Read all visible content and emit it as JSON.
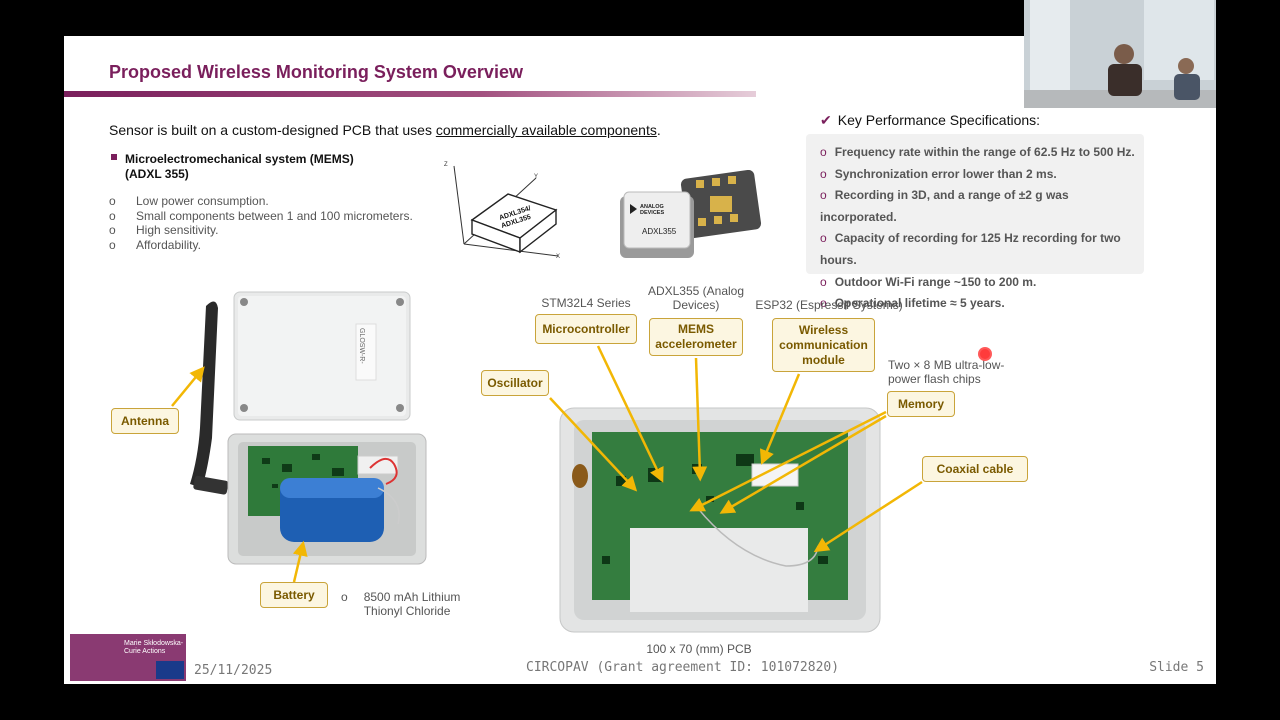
{
  "slide": {
    "title": "Proposed Wireless Monitoring System Overview",
    "intro_prefix": "Sensor is built on a custom-designed PCB that uses ",
    "intro_link": "commercially available components",
    "intro_suffix": ".",
    "mems_heading_line1": "Microelectromechanical system (MEMS)",
    "mems_heading_line2": "(ADXL 355)",
    "mems_bullets": [
      "Low power consumption.",
      "Small components between 1 and 100 micrometers.",
      "High sensitivity.",
      "Affordability."
    ],
    "bullet_glyph": "o",
    "specs_heading": "Key Performance Specifications:",
    "specs": [
      "Frequency rate within the range of 62.5 Hz to 500 Hz.",
      "Synchronization error lower than 2 ms.",
      "Recording in 3D, and a range of ±2 g was incorporated.",
      "Capacity of recording for 125 Hz recording for two hours.",
      "Outdoor Wi-Fi range ~150 to 200 m.",
      "Operational lifetime ≈ 5 years."
    ],
    "chip_diagram_label_line1": "ADXL354/",
    "chip_diagram_label_line2": "ADXL355",
    "chip_axis_x": "X",
    "chip_axis_y": "Y",
    "chip_axis_z": "Z",
    "chip_brand_line1": "ANALOG",
    "chip_brand_line2": "DEVICES",
    "chip_photo_label": "ADXL355",
    "enclosure_label": "GLOSW-R-",
    "callouts": {
      "antenna": "Antenna",
      "battery": "Battery",
      "oscillator": "Oscillator",
      "microcontroller": "Microcontroller",
      "mems": "MEMS accelerometer",
      "wireless": "Wireless communication module",
      "memory": "Memory",
      "coaxial": "Coaxial cable"
    },
    "notes": {
      "battery": "8500 mAh Lithium Thionyl Chloride",
      "stm": "STM32L4 Series",
      "adxl": "ADXL355 (Analog Devices)",
      "esp": "ESP32 (Espressif Systems)",
      "memory": "Two × 8 MB ultra-low-power flash chips",
      "pcb": "100 x 70 (mm) PCB"
    },
    "footer": {
      "date": "25/11/2025",
      "grant": "CIRCOPAV (Grant agreement ID: 101072820)",
      "slide": "Slide 5",
      "logo_text": "Marie Skłodowska-Curie Actions"
    }
  },
  "colors": {
    "accent": "#7a1f5c",
    "callout_border": "#c9a43a",
    "arrow": "#f2b705"
  }
}
